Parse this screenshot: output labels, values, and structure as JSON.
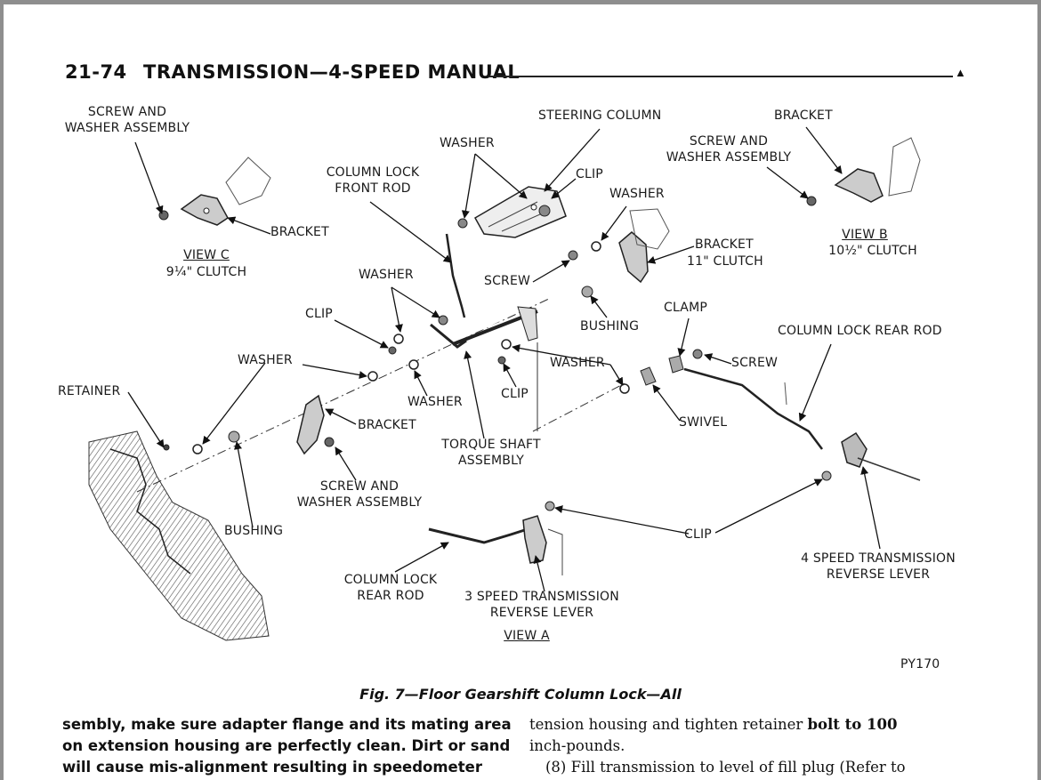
{
  "header": {
    "page_number": "21-74",
    "title": "TRANSMISSION—4-SPEED MANUAL",
    "end_mark": "▲"
  },
  "figure": {
    "code": "PY170",
    "caption": "Fig. 7—Floor Gearshift Column Lock—All",
    "labels": {
      "screw_washer_c": "SCREW AND\nWASHER ASSEMBLY",
      "bracket_c": "BRACKET",
      "view_c": "VIEW C",
      "clutch_c": "9¼\" CLUTCH",
      "steering_column": "STEERING COLUMN",
      "bracket_b_top": "BRACKET",
      "washer_top": "WASHER",
      "column_lock_front_rod": "COLUMN LOCK\nFRONT ROD",
      "clip_top": "CLIP",
      "washer_right": "WASHER",
      "screw_washer_b": "SCREW AND\nWASHER ASSEMBLY",
      "view_b": "VIEW B",
      "clutch_b": "10½\" CLUTCH",
      "bracket_11": "BRACKET",
      "clutch_11": "11\" CLUTCH",
      "screw_mid": "SCREW",
      "washer_mid": "WASHER",
      "bushing_mid": "BUSHING",
      "clip_left": "CLIP",
      "clamp": "CLAMP",
      "column_lock_rear_rod_top": "COLUMN LOCK REAR ROD",
      "washer_left": "WASHER",
      "washer_center": "WASHER",
      "washer_swivel": "WASHER",
      "screw_clamp": "SCREW",
      "retainer": "RETAINER",
      "clip_center": "CLIP",
      "swivel": "SWIVEL",
      "bracket_low": "BRACKET",
      "torque_shaft": "TORQUE SHAFT\nASSEMBLY",
      "screw_washer_low": "SCREW AND\nWASHER ASSEMBLY",
      "bushing_low": "BUSHING",
      "clip_bottom": "CLIP",
      "trans4_lever": "4 SPEED TRANSMISSION\nREVERSE LEVER",
      "column_lock_rear_rod_bottom": "COLUMN LOCK\nREAR ROD",
      "trans3_lever": "3 SPEED TRANSMISSION\nREVERSE LEVER",
      "view_a": "VIEW A"
    }
  },
  "body_text": {
    "left_lines": [
      "sembly, make sure adapter flange and its mating area",
      "on extension housing are perfectly clean. Dirt or sand",
      "will cause mis-alignment resulting in speedometer"
    ],
    "right_line1_a": "tension housing and tighten retainer ",
    "right_line1_b": "bolt to 100",
    "right_line2": "inch-pounds.",
    "right_line3": "(8) Fill transmission to level of fill plug (Refer to"
  }
}
